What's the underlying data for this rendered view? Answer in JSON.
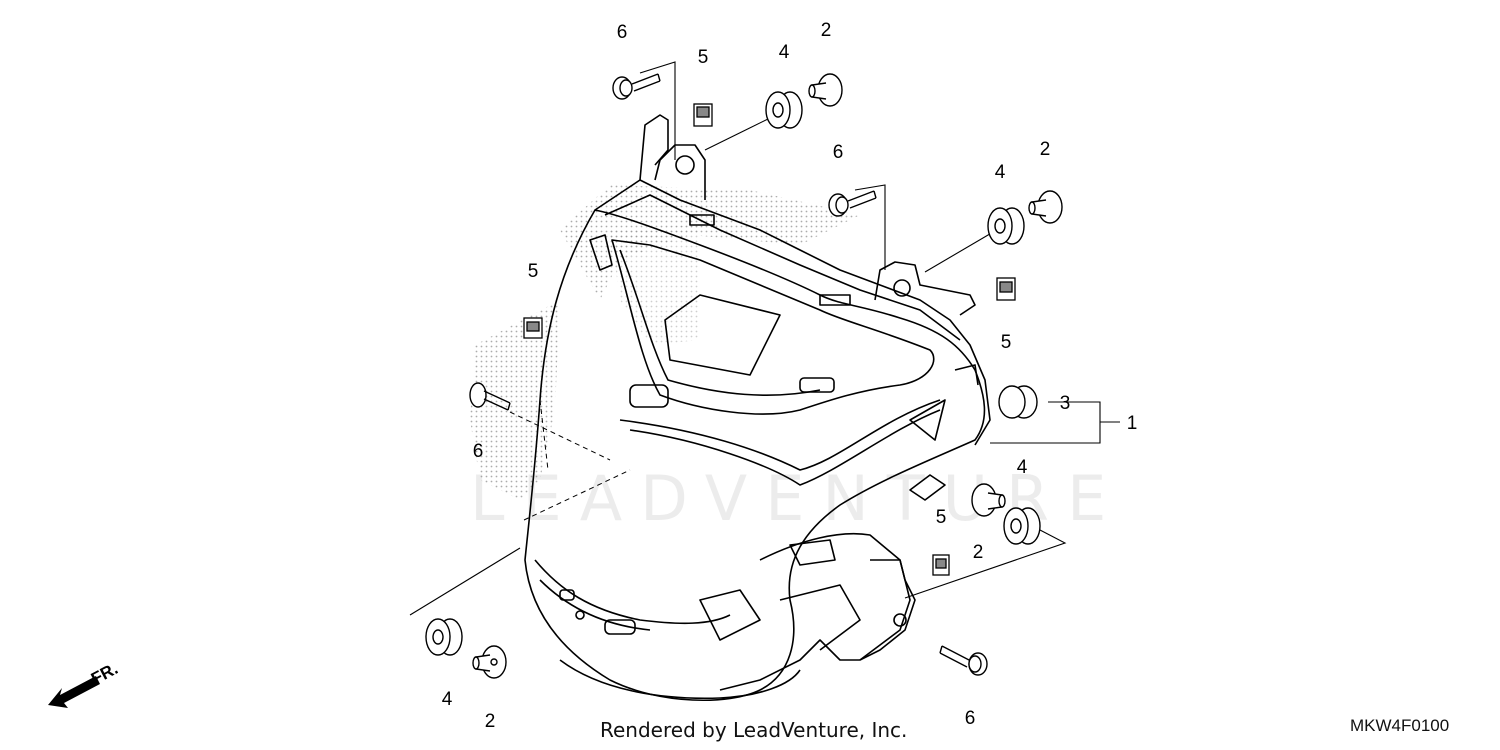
{
  "diagram": {
    "callouts": [
      "6",
      "5",
      "4",
      "2",
      "6",
      "4",
      "2",
      "5",
      "5",
      "3",
      "1",
      "6",
      "4",
      "5",
      "2",
      "4",
      "2",
      "6"
    ],
    "direction_label": "FR.",
    "credit": "Rendered by LeadVenture, Inc.",
    "diagram_code": "MKW4F0100",
    "watermark": "LEADVENTURE"
  }
}
